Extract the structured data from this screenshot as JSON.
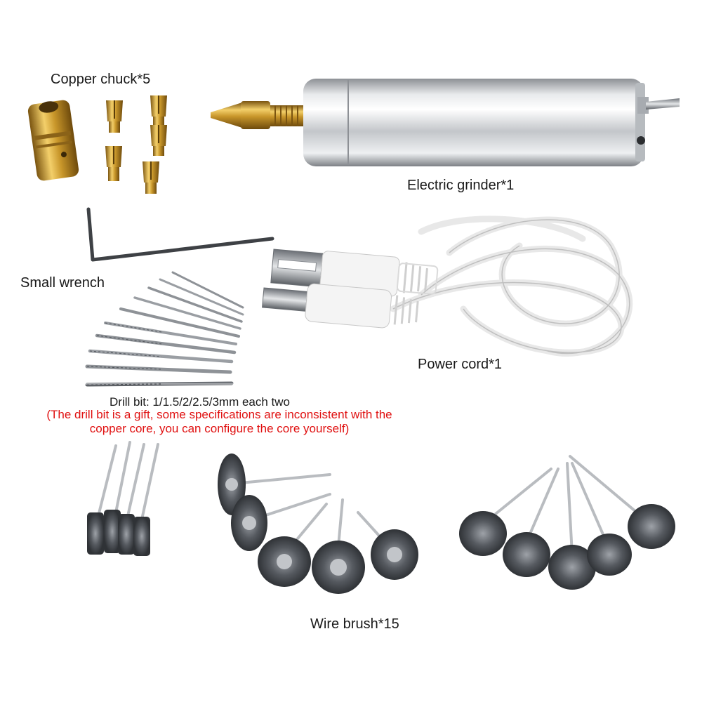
{
  "labels": {
    "copper_chuck": "Copper chuck*5",
    "electric_grinder": "Electric grinder*1",
    "small_wrench": "Small wrench",
    "power_cord": "Power cord*1",
    "drill_bit": "Drill bit: 1/1.5/2/2.5/3mm each two",
    "drill_note_line1": "(The drill bit is a gift, some specifications are inconsistent with the",
    "drill_note_line2": "copper core, you can configure the core yourself)",
    "wire_brush": "Wire brush*15"
  },
  "colors": {
    "text": "#1a1a1a",
    "note": "#e01010",
    "brass": "#c8962a",
    "steel": "#c9ccd0",
    "cable": "#f2f2f2"
  }
}
